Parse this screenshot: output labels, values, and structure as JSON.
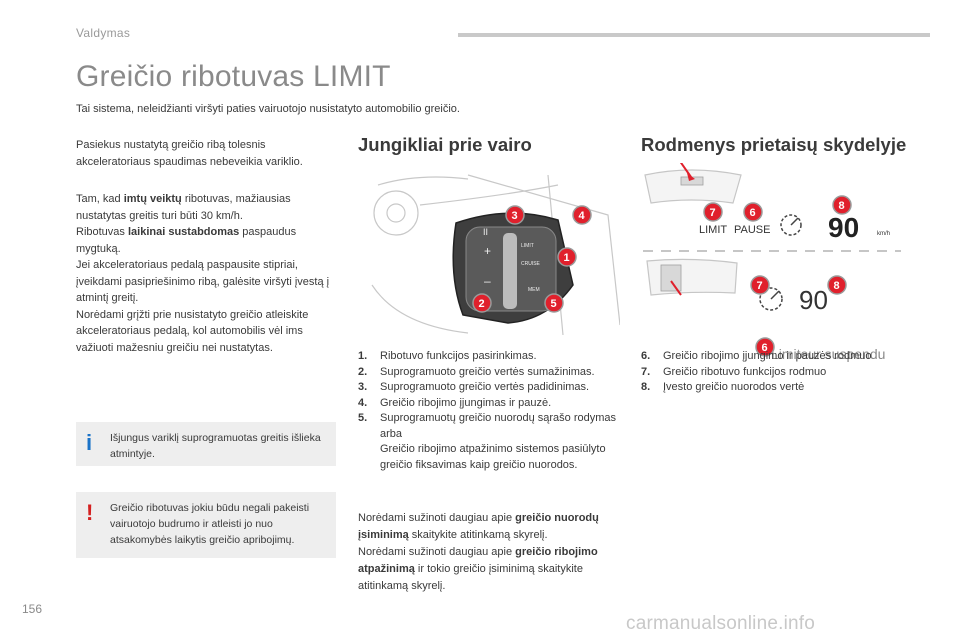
{
  "header": {
    "section": "Valdymas"
  },
  "title": "Greičio ribotuvas LIMIT",
  "intro": "Tai sistema, neleidžianti viršyti paties vairuotojo nusistatyto automobilio greičio.",
  "left": {
    "p1": "Pasiekus nustatytą greičio ribą tolesnis akceleratoriaus spaudimas nebeveikia variklio.",
    "p2": [
      "Tam, kad ",
      "imtų veiktų",
      " ribotuvas, mažiausias nustatytas greitis turi būti 30 km/h.",
      "Ribotuvas ",
      "laikinai sustabdomas",
      " paspaudus mygtuką.",
      "Jei akceleratoriaus pedalą paspausite stipriai, įveikdami pasipriešinimo ribą, galėsite viršyti įvestą į atmintį greitį.",
      "Norėdami grįžti prie nusistatyto greičio atleiskite akceleratoriaus pedalą, kol automobilis vėl ims važiuoti mažesniu greičiu nei nustatytas."
    ],
    "info_mark": "i",
    "info_text": "Išjungus variklį suprogramuotas greitis išlieka atmintyje.",
    "warn_mark": "!",
    "warn_text": "Greičio ribotuvas jokiu būdu negali pakeisti vairuotojo budrumo ir atleisti jo nuo atsakomybės laikytis greičio apribojimų."
  },
  "middle": {
    "heading": "Jungikliai prie vairo",
    "switch_labels": [
      "II",
      "+",
      "–",
      "LIMIT",
      "CRUISE",
      "MEM"
    ],
    "list": [
      {
        "n": "1.",
        "t": "Ribotuvo funkcijos pasirinkimas."
      },
      {
        "n": "2.",
        "t": "Suprogramuoto greičio vertės sumažinimas."
      },
      {
        "n": "3.",
        "t": "Suprogramuoto greičio vertės padidinimas."
      },
      {
        "n": "4.",
        "t": "Greičio ribojimo įjungimas ir pauzė."
      },
      {
        "n": "5.",
        "t": "Suprogramuotų greičio nuorodų sąrašo rodymas arba"
      },
      {
        "n": "",
        "t": "Greičio ribojimo atpažinimo sistemos pasiūlyto greičio fiksavimas kaip greičio nuorodos."
      }
    ],
    "ref": [
      "Norėdami sužinoti daugiau apie ",
      "greičio nuorodų įsiminimą",
      " skaitykite atitinkamą skyrelį.",
      "Norėdami sužinoti daugiau apie ",
      "greičio ribojimo atpažinimą",
      " ir tokio greičio įsiminimą skaitykite atitinkamą skyrelį."
    ]
  },
  "right": {
    "heading": "Rodmenys prietaisų skydelyje",
    "display1": {
      "limit": "LIMIT",
      "pause": "PAUSE",
      "speed": "90",
      "unit": "km/h"
    },
    "display2": {
      "speed": "90",
      "status": "Limiteur suspendu"
    },
    "list": [
      {
        "n": "6.",
        "t": "Greičio ribojimo įjungimo ir pauzės rodmuo"
      },
      {
        "n": "7.",
        "t": "Greičio ribotuvo funkcijos rodmuo"
      },
      {
        "n": "8.",
        "t": "Įvesto greičio nuorodos vertė"
      }
    ]
  },
  "callouts": [
    "1",
    "2",
    "3",
    "4",
    "5",
    "6",
    "7",
    "8"
  ],
  "page_number": "156",
  "watermark": "carmanualsonline.info",
  "colors": {
    "callout": "#e0202c",
    "info": "#1a73c8",
    "warning": "#d42020",
    "box_bg": "#eeeeee",
    "title": "#8a8a8a"
  }
}
